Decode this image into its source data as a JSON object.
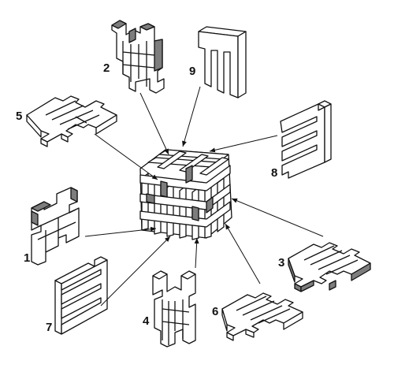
{
  "diagram": {
    "labels": {
      "piece_1": "1",
      "piece_2": "2",
      "piece_3": "3",
      "piece_4": "4",
      "piece_5": "5",
      "piece_6": "6",
      "piece_7": "7",
      "piece_8": "8",
      "piece_9": "9"
    },
    "colors": {
      "stroke": "#111111",
      "fill": "#ffffff",
      "shaded_face": "#7d7d7d"
    }
  }
}
